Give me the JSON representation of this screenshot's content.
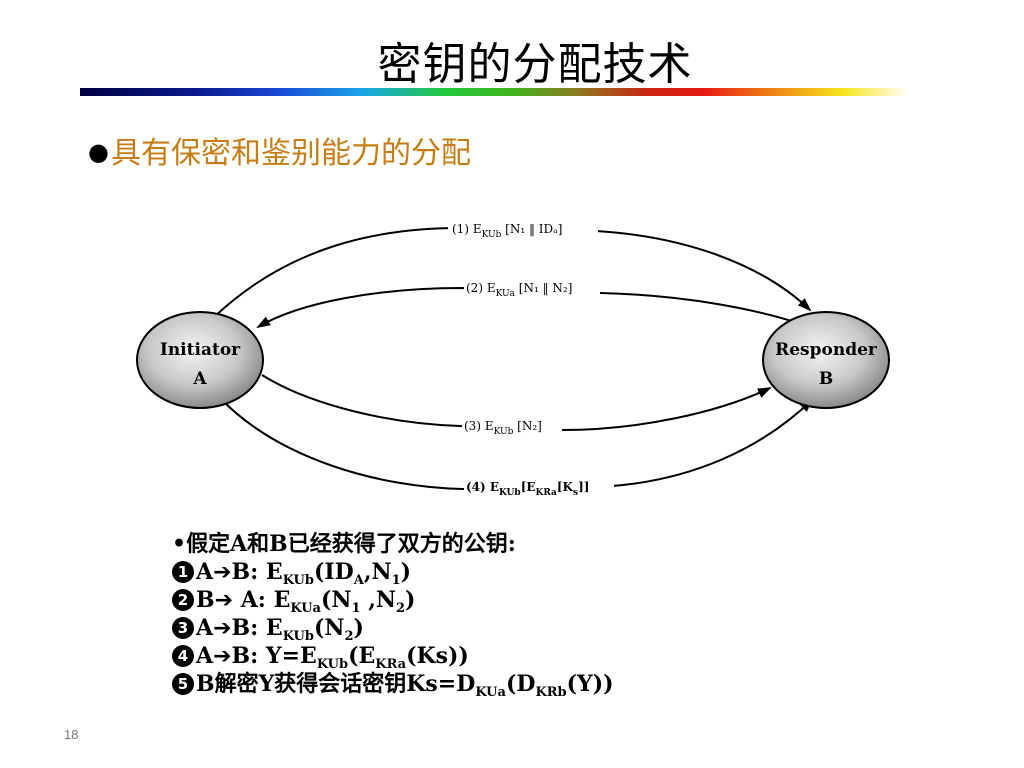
{
  "slide": {
    "title": "密钥的分配技术",
    "bullet_symbol": "●",
    "bullet_text": "具有保密和鉴别能力的分配",
    "page_number": "18"
  },
  "diagram": {
    "initiator": {
      "line1": "Initiator",
      "line2": "A"
    },
    "responder": {
      "line1": "Responder",
      "line2": "B"
    },
    "messages": [
      {
        "num": "(1)",
        "key": "KUb",
        "content": "[N₁ ‖ IDₐ]"
      },
      {
        "num": "(2)",
        "key": "KUa",
        "content": "[N₁ ‖ N₂]"
      },
      {
        "num": "(3)",
        "key": "KUb",
        "content": "[N₂]"
      },
      {
        "num": "(4)",
        "key": "KUb",
        "inner_key": "KRa",
        "content_inner": "Ks"
      }
    ]
  },
  "steps": {
    "intro_prefix": "•",
    "intro": "假定A和B已经获得了双方的公钥:",
    "s1_num": "1",
    "s1_dir": "A",
    "s1_to": "B",
    "s2_num": "2",
    "s2_dir": "B",
    "s2_to": "A",
    "s3_num": "3",
    "s3_dir": "A",
    "s3_to": "B",
    "s4_num": "4",
    "s4_dir": "A",
    "s4_to": "B",
    "s5_num": "5"
  }
}
